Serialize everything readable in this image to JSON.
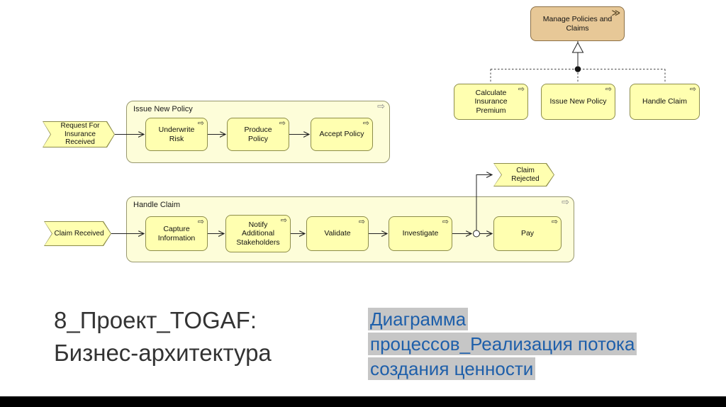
{
  "hierarchy": {
    "parent": "Manage Policies and Claims",
    "children": [
      "Calculate Insurance Premium",
      "Issue New Policy",
      "Handle Claim"
    ]
  },
  "issue_flow": {
    "title": "Issue New Policy",
    "event": "Request For Insurance Received",
    "steps": [
      "Underwrite Risk",
      "Produce Policy",
      "Accept Policy"
    ]
  },
  "claim_flow": {
    "title": "Handle Claim",
    "event": "Claim Received",
    "reject_event": "Claim Rejected",
    "steps": [
      "Capture Information",
      "Notify Additional Stakeholders",
      "Validate",
      "Investigate",
      "Pay"
    ]
  },
  "icons": {
    "process_arrow": "⇨",
    "double_chevron": "≫"
  },
  "captions": {
    "title_line1": "8_Проект_TOGAF:",
    "title_line2": "Бизнес-архитектура",
    "subtitle_lines": [
      "Диаграмма",
      "процессов_Реализация потока",
      "создания ценности"
    ]
  },
  "colors": {
    "box_fill": "#ffffb0",
    "box_border": "#8d8d4a",
    "container_fill": "#fdfdd9",
    "parent_fill": "#e7c897",
    "parent_border": "#8c6f45",
    "caption_blue": "#1e5faa",
    "highlight_gray": "#c6c6c6",
    "bottom_bar": "#000000"
  }
}
